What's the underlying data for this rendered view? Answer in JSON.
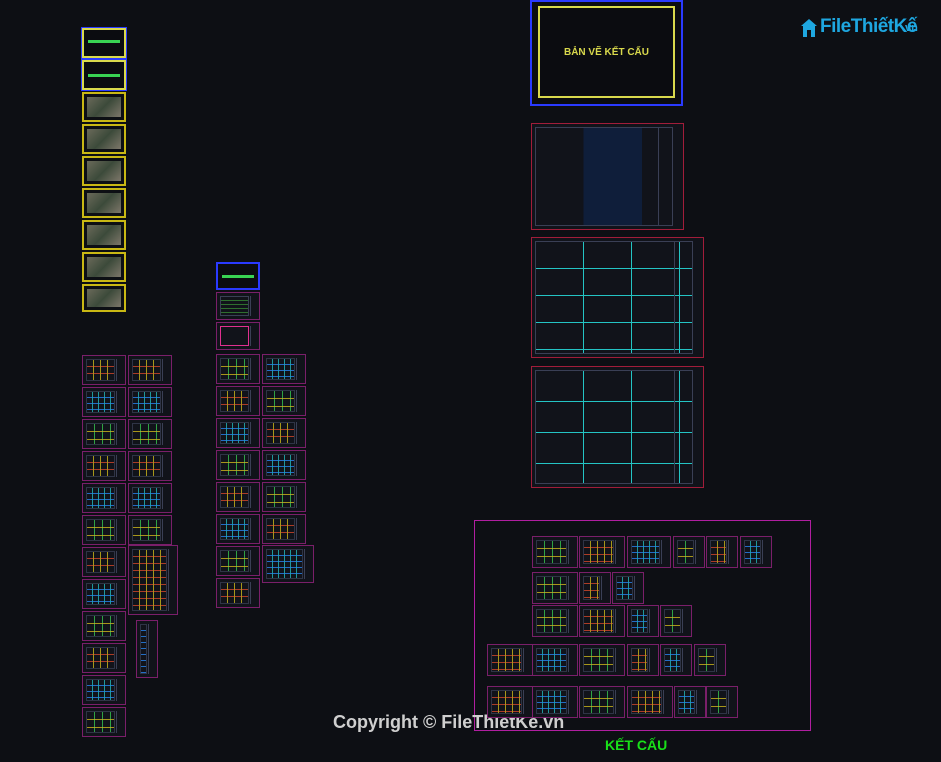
{
  "logo": {
    "brand": "FileThiếtKế",
    "suffix": ".vn"
  },
  "cover": {
    "title": "BẢN VẼ KẾT CẤU"
  },
  "footer": {
    "copyright": "Copyright © FileThietKe.vn",
    "section_label": "KẾT CẤU"
  },
  "colors": {
    "background": "#0d0f14",
    "sheet_border": "#7a1f6a",
    "cover_border": "#2a3aff",
    "accent_green": "#19e019",
    "accent_yellow": "#d9d94c",
    "logo_blue": "#1ea7e0"
  },
  "icons": {
    "logo": "house-logo-icon"
  }
}
